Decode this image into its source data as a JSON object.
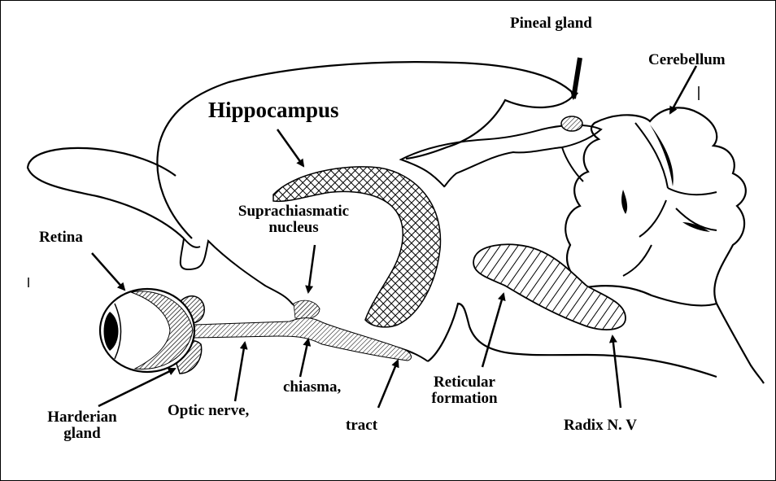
{
  "labels": {
    "pineal": "Pineal gland",
    "cerebellum": "Cerebellum",
    "hippocampus": "Hippocampus",
    "scn_line1": "Suprachiasmatic",
    "scn_line2": "nucleus",
    "retina": "Retina",
    "harderian_line1": "Harderian",
    "harderian_line2": "gland",
    "optic_nerve": "Optic  nerve,",
    "chiasma": "chiasma,",
    "tract": "tract",
    "reticular_line1": "Reticular",
    "reticular_line2": "formation",
    "radix": "Radix N. V"
  }
}
